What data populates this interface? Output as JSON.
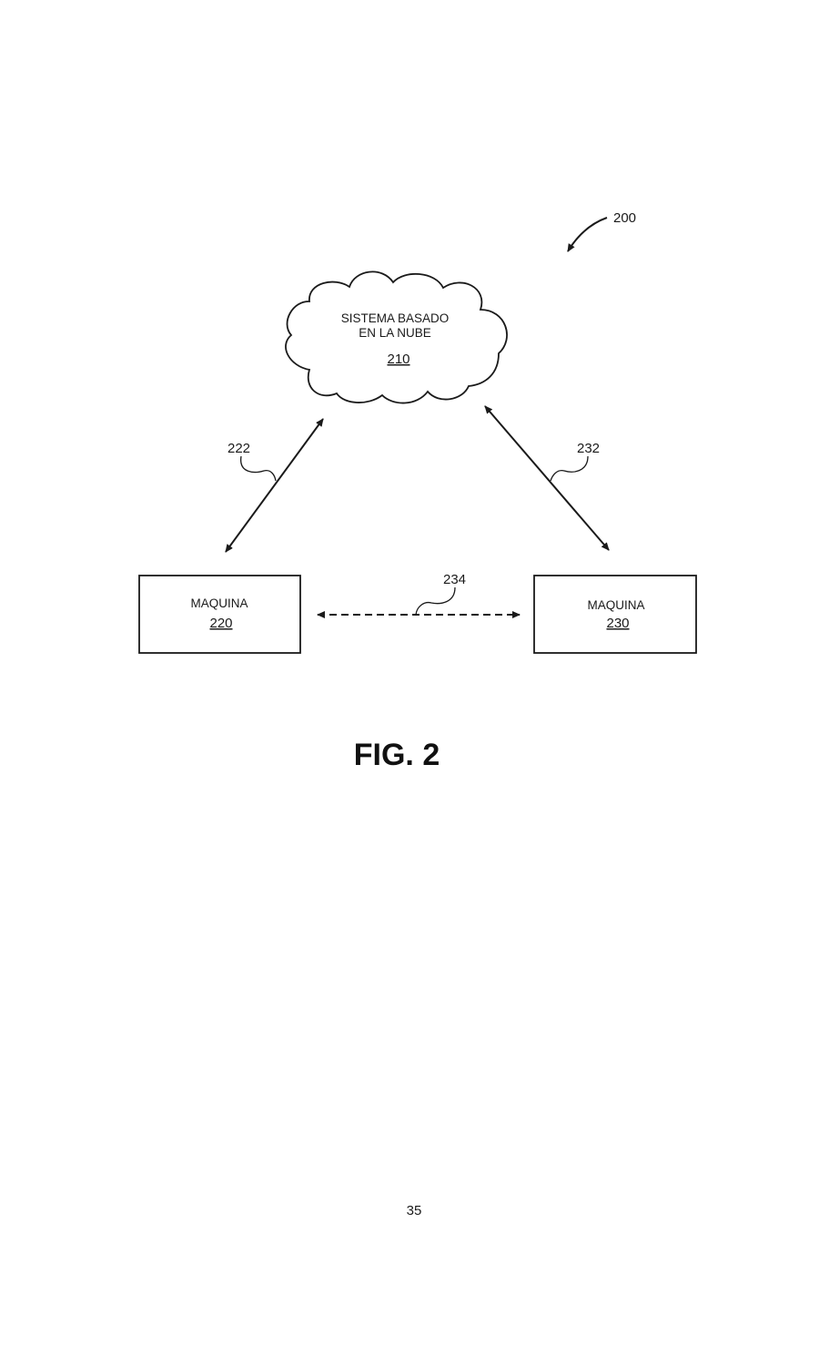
{
  "figure": {
    "reference": "200",
    "caption": "FIG. 2",
    "page_number": "35"
  },
  "cloud": {
    "line1": "SISTEMA BASADO",
    "line2": "EN LA NUBE",
    "ref": "210"
  },
  "machine_left": {
    "label": "MAQUINA",
    "ref": "220"
  },
  "machine_right": {
    "label": "MAQUINA",
    "ref": "230"
  },
  "links": {
    "left_ref": "222",
    "right_ref": "232",
    "peer_ref": "234"
  }
}
